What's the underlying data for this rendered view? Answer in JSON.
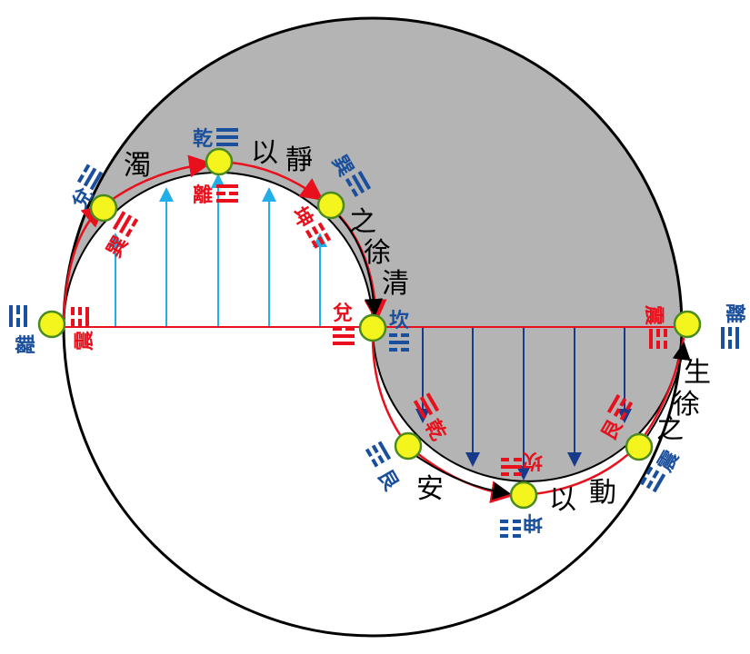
{
  "colors": {
    "gray": "#b4b4b4",
    "red": "#e8101c",
    "blue": "#1a4f9c",
    "light_blue": "#22aee6",
    "dark_blue": "#173b8a",
    "node": "#f5f51e",
    "node_stroke": "#4a8a1e"
  },
  "phrases": {
    "zhuo": "濁",
    "yi1": "以",
    "jing": "靜",
    "zhi1": "之",
    "xu1": "徐",
    "qing": "清",
    "an": "安",
    "yi2": "以",
    "dong": "動",
    "zhi2": "之",
    "xu2": "徐",
    "sheng": "生"
  },
  "outer_trigrams": {
    "qian": "乾",
    "dui_left": "兌",
    "li_left": "離",
    "xun": "巽",
    "kan": "坎",
    "gen": "艮",
    "kun": "坤",
    "zhen": "震",
    "li_right": "離"
  },
  "inner_trigrams": {
    "li": "離",
    "xun": "巽",
    "zhen_left": "震",
    "kun": "坤",
    "dui": "兌",
    "qian": "乾",
    "kan": "坎",
    "gen": "艮",
    "zhen_right": "震"
  }
}
